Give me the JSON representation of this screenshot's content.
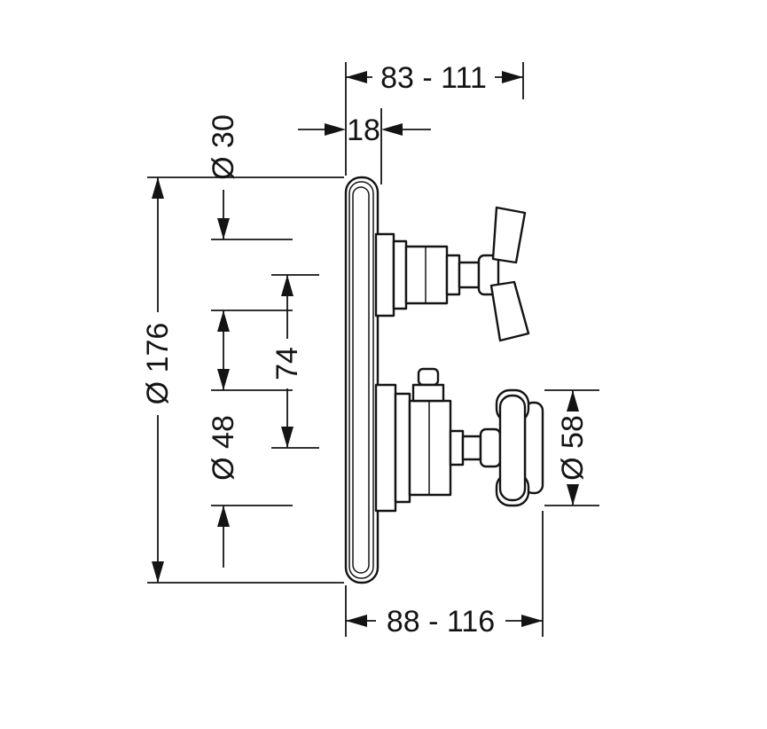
{
  "colors": {
    "line": "#141414",
    "background": "#ffffff"
  },
  "dimensions": {
    "top_depth_range": "83 - 111",
    "plate_thickness": "18",
    "plate_diameter": "Ø 176",
    "upper_sleeve_diameter": "Ø 30",
    "valve_spacing": "74",
    "lower_sleeve_diameter": "Ø 48",
    "handle_diameter": "Ø 58",
    "bottom_depth_range": "88 - 116"
  }
}
